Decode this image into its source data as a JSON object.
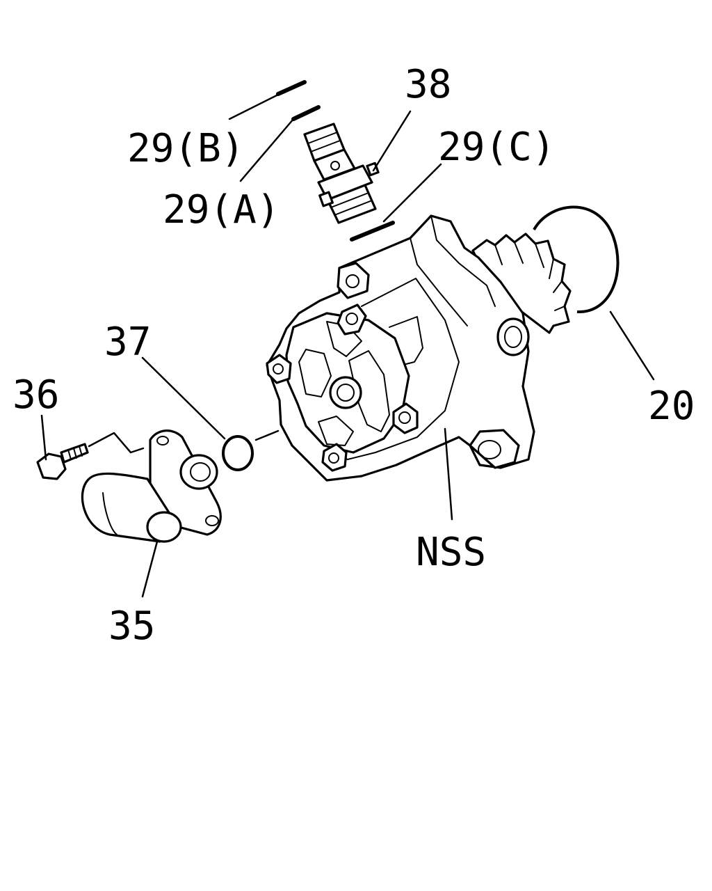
{
  "labels": {
    "p29b": "29(B)",
    "p29a": "29(A)",
    "p38": "38",
    "p29c": "29(C)",
    "p37": "37",
    "p36": "36",
    "p20": "20",
    "nss": "NSS",
    "p35": "35"
  },
  "colors": {
    "ink": "#000000",
    "paper": "#ffffff"
  }
}
